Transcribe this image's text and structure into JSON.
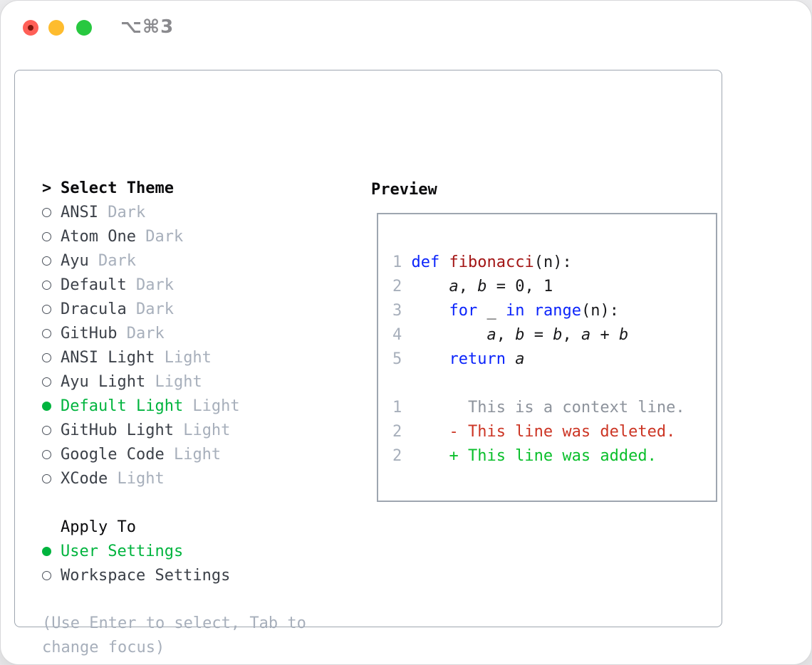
{
  "window": {
    "title": "⌥⌘3",
    "traffic_lights": {
      "close": "close-button",
      "minimize": "minimize-button",
      "zoom": "zoom-button"
    }
  },
  "colors": {
    "accent_green": "#00b43e",
    "added_green": "#0abf2b",
    "deleted_red": "#cc3524",
    "keyword_blue": "#0b24fb",
    "function_red": "#a31515",
    "muted_gray": "#a7afbb",
    "context_gray": "#8d939c",
    "item_dark": "#3c4149",
    "panel_border": "#9ea6b0",
    "traffic_red": "#ff5f57",
    "traffic_yellow": "#febc2e",
    "traffic_green": "#28c840"
  },
  "theme_list": {
    "header_prefix": ">",
    "header": "Select Theme",
    "items": [
      {
        "name": "ANSI",
        "tag": "Dark",
        "selected": false
      },
      {
        "name": "Atom One",
        "tag": "Dark",
        "selected": false
      },
      {
        "name": "Ayu",
        "tag": "Dark",
        "selected": false
      },
      {
        "name": "Default",
        "tag": "Dark",
        "selected": false
      },
      {
        "name": "Dracula",
        "tag": "Dark",
        "selected": false
      },
      {
        "name": "GitHub",
        "tag": "Dark",
        "selected": false
      },
      {
        "name": "ANSI Light",
        "tag": "Light",
        "selected": false
      },
      {
        "name": "Ayu Light",
        "tag": "Light",
        "selected": false
      },
      {
        "name": "Default Light",
        "tag": "Light",
        "selected": true
      },
      {
        "name": "GitHub Light",
        "tag": "Light",
        "selected": false
      },
      {
        "name": "Google Code",
        "tag": "Light",
        "selected": false
      },
      {
        "name": "XCode",
        "tag": "Light",
        "selected": false
      }
    ]
  },
  "apply_to": {
    "header": "Apply To",
    "options": [
      {
        "name": "User Settings",
        "selected": true
      },
      {
        "name": "Workspace Settings",
        "selected": false
      }
    ]
  },
  "help_text": "(Use Enter to select, Tab to change focus)",
  "preview": {
    "header": "Preview",
    "lines": [
      {
        "num": "1",
        "segs": [
          {
            "t": "def",
            "c": "kw"
          },
          {
            "t": " ",
            "c": "p"
          },
          {
            "t": "fibonacci",
            "c": "fn"
          },
          {
            "t": "(n):",
            "c": "p"
          }
        ]
      },
      {
        "num": "2",
        "segs": [
          {
            "t": "    ",
            "c": "p"
          },
          {
            "t": "a",
            "c": "v"
          },
          {
            "t": ", ",
            "c": "p"
          },
          {
            "t": "b",
            "c": "v"
          },
          {
            "t": " = 0, 1",
            "c": "p"
          }
        ]
      },
      {
        "num": "3",
        "segs": [
          {
            "t": "    ",
            "c": "p"
          },
          {
            "t": "for",
            "c": "kw"
          },
          {
            "t": " _ ",
            "c": "p"
          },
          {
            "t": "in",
            "c": "kw"
          },
          {
            "t": " ",
            "c": "p"
          },
          {
            "t": "range",
            "c": "kw"
          },
          {
            "t": "(n):",
            "c": "p"
          }
        ]
      },
      {
        "num": "4",
        "segs": [
          {
            "t": "        ",
            "c": "p"
          },
          {
            "t": "a",
            "c": "v"
          },
          {
            "t": ", ",
            "c": "p"
          },
          {
            "t": "b",
            "c": "v"
          },
          {
            "t": " = ",
            "c": "p"
          },
          {
            "t": "b",
            "c": "v"
          },
          {
            "t": ", ",
            "c": "p"
          },
          {
            "t": "a",
            "c": "v"
          },
          {
            "t": " + ",
            "c": "p"
          },
          {
            "t": "b",
            "c": "v"
          }
        ]
      },
      {
        "num": "5",
        "segs": [
          {
            "t": "    ",
            "c": "p"
          },
          {
            "t": "return",
            "c": "kw"
          },
          {
            "t": " ",
            "c": "p"
          },
          {
            "t": "a",
            "c": "v"
          }
        ]
      },
      {
        "num": "",
        "segs": []
      },
      {
        "num": "1",
        "segs": [
          {
            "t": "      This is a context line.",
            "c": "ctx"
          }
        ]
      },
      {
        "num": "2",
        "segs": [
          {
            "t": "    - This line was deleted.",
            "c": "del"
          }
        ]
      },
      {
        "num": "2",
        "segs": [
          {
            "t": "    + This line was added.",
            "c": "add"
          }
        ]
      }
    ]
  }
}
